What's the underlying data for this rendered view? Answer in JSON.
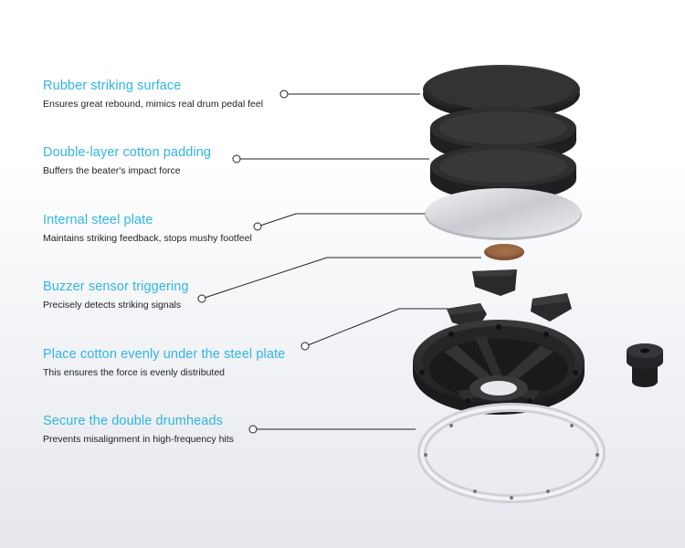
{
  "callouts": [
    {
      "title": "Rubber striking surface",
      "desc": "Ensures great rebound, mimics real drum pedal feel"
    },
    {
      "title": "Double-layer cotton padding",
      "desc": "Buffers the beater's impact force"
    },
    {
      "title": "Internal steel plate",
      "desc": "Maintains striking feedback, stops mushy footfeel"
    },
    {
      "title": "Buzzer sensor triggering",
      "desc": "Precisely detects striking signals"
    },
    {
      "title": "Place cotton evenly under the steel plate",
      "desc": "This ensures the force is evenly distributed"
    },
    {
      "title": "Secure the double drumheads",
      "desc": "Prevents misalignment in high-frequency hits"
    }
  ],
  "colors": {
    "accent": "#2fb6e6",
    "text": "#222222",
    "part": "#2b2b2d"
  }
}
